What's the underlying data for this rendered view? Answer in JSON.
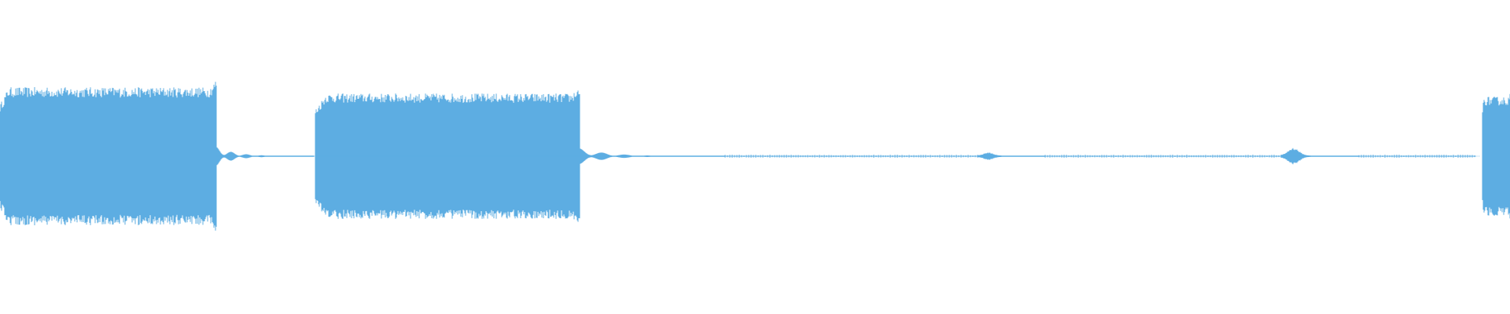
{
  "waveform": {
    "color": "#5dade2",
    "background": "#ffffff",
    "segments": [
      {
        "kind": "sustained",
        "start": 0.0,
        "end": 0.143,
        "level": 0.44
      },
      {
        "kind": "decay-tail",
        "start": 0.143,
        "end": 0.208,
        "level": 0.06
      },
      {
        "kind": "sustained",
        "start": 0.209,
        "end": 0.384,
        "level": 0.4
      },
      {
        "kind": "decay-tail",
        "start": 0.384,
        "end": 0.48,
        "level": 0.05
      },
      {
        "kind": "silence-ticks",
        "start": 0.48,
        "end": 0.648,
        "level": 0.01
      },
      {
        "kind": "blip",
        "start": 0.648,
        "end": 0.692,
        "level": 0.02
      },
      {
        "kind": "silence-ticks",
        "start": 0.692,
        "end": 0.849,
        "level": 0.01
      },
      {
        "kind": "blip",
        "start": 0.849,
        "end": 0.9,
        "level": 0.05
      },
      {
        "kind": "silence-ticks",
        "start": 0.9,
        "end": 0.977,
        "level": 0.01
      },
      {
        "kind": "sustained",
        "start": 0.982,
        "end": 1.0,
        "level": 0.38
      }
    ]
  }
}
